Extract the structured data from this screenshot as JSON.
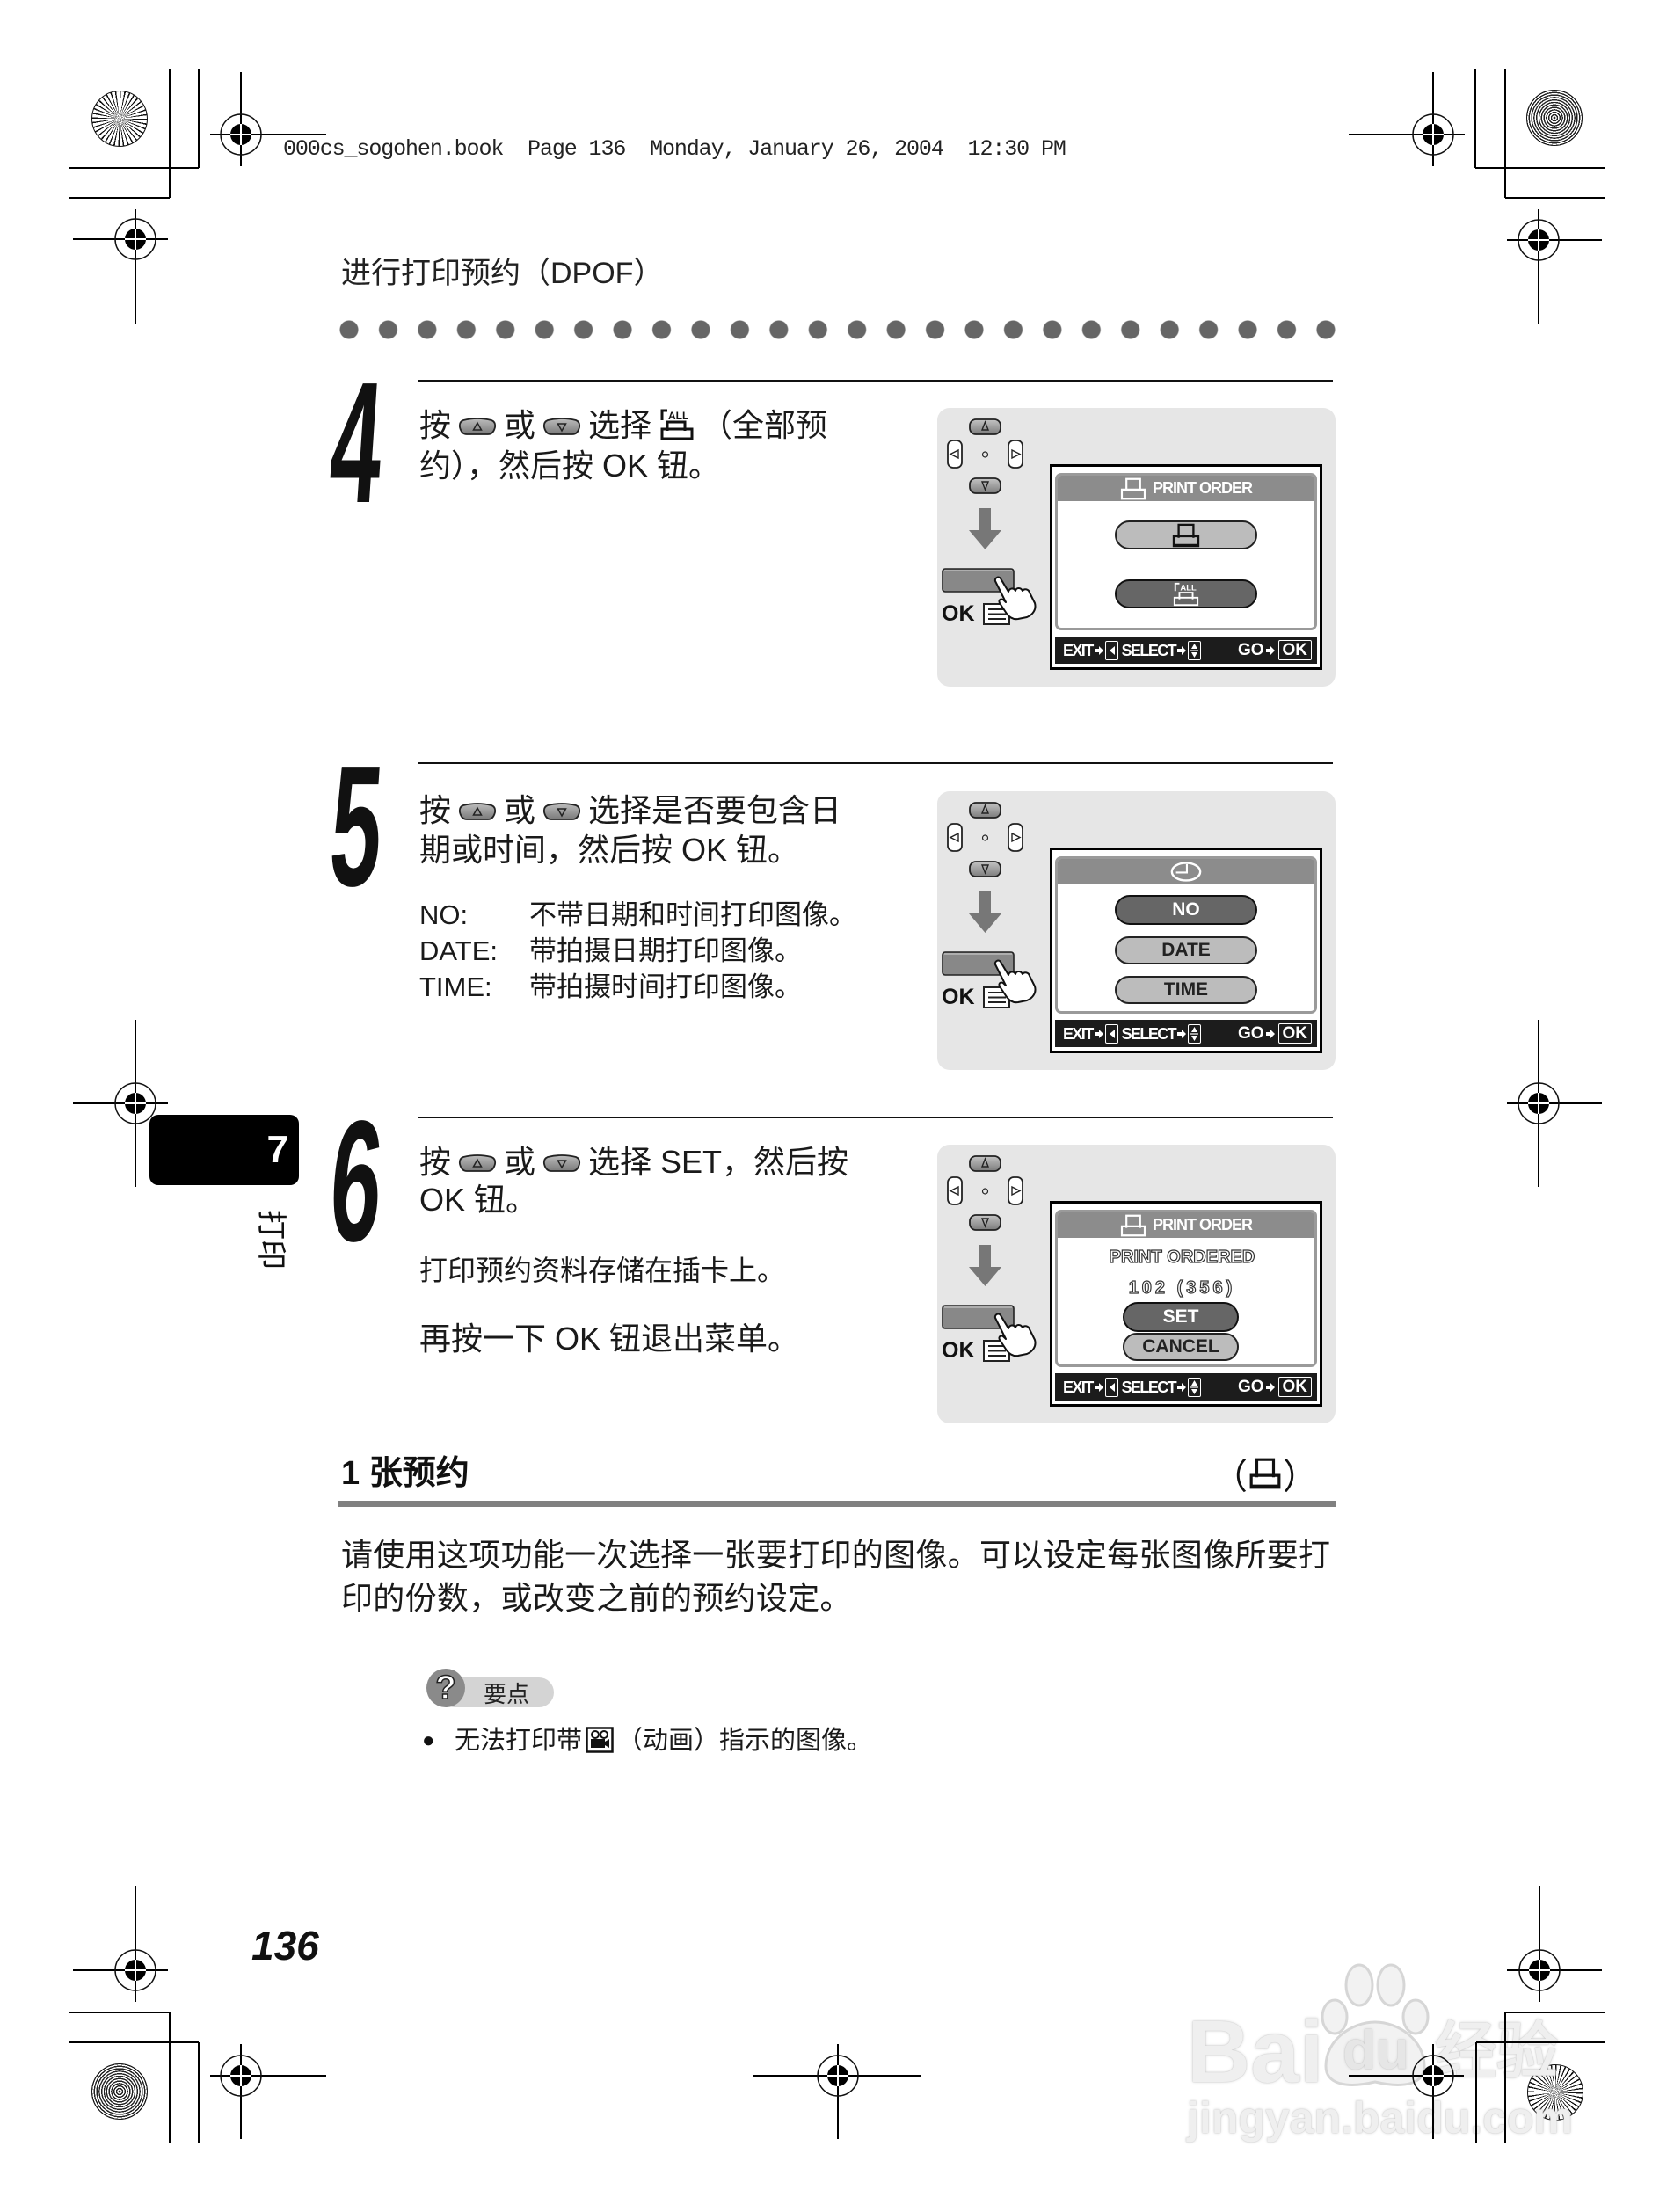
{
  "print_slug": "000cs_sogohen.book  Page 136  Monday, January 26, 2004  12:30 PM",
  "page_title": "进行打印预约（DPOF）",
  "chapter_tab": {
    "number": "7",
    "label": "打印"
  },
  "camera": {
    "ok_button_label": "OK",
    "icons": [
      "up-button-icon",
      "left-button-icon",
      "right-button-icon",
      "down-button-icon",
      "arrow-down-icon",
      "ok-button-icon",
      "pointing-hand-icon",
      "menu-icon"
    ]
  },
  "lcd_footer": {
    "exit": "EXIT",
    "select": "SELECT",
    "go": "GO",
    "ok": "OK"
  },
  "steps": [
    {
      "number": "4",
      "instruction": {
        "press": "按",
        "or": "或",
        "select": "选择",
        "line1_tail": "（全部预",
        "line2": "约），然后按 OK 钮。",
        "icons": [
          "up-button-icon",
          "down-button-icon",
          "all-print-icon"
        ]
      },
      "screen": {
        "title": "PRINT ORDER",
        "title_icon": "print-order-icon",
        "options": [
          {
            "icon": "single-print-icon",
            "selected": false
          },
          {
            "icon": "all-print-icon",
            "label": "ALL",
            "selected": true
          }
        ]
      }
    },
    {
      "number": "5",
      "instruction": {
        "press": "按",
        "or": "或",
        "line1_tail": "选择是否要包含日",
        "line2": "期或时间，然后按 OK 钮。"
      },
      "options_help": [
        {
          "key": "NO:",
          "desc": "不带日期和时间打印图像。"
        },
        {
          "key": "DATE:",
          "desc": "带拍摄日期打印图像。"
        },
        {
          "key": "TIME:",
          "desc": "带拍摄时间打印图像。"
        }
      ],
      "screen": {
        "title_icon": "clock-icon",
        "options": [
          {
            "label": "NO",
            "selected": true
          },
          {
            "label": "DATE",
            "selected": false
          },
          {
            "label": "TIME",
            "selected": false
          }
        ]
      }
    },
    {
      "number": "6",
      "instruction": {
        "press": "按",
        "or": "或",
        "line1_tail": "选择 SET，然后按",
        "line2": "OK 钮。"
      },
      "notes": [
        "打印预约资料存储在插卡上。",
        "再按一下 OK 钮退出菜单。"
      ],
      "screen": {
        "title": "PRINT ORDER",
        "title_icon": "print-order-icon",
        "status": "PRINT ORDERED",
        "count": "102 (356)",
        "options": [
          {
            "label": "SET",
            "selected": true
          },
          {
            "label": "CANCEL",
            "selected": false
          }
        ]
      }
    }
  ],
  "section": {
    "title": "1 张预约",
    "icon_paren_open": "（",
    "icon_paren_close": "）",
    "icon": "single-print-icon",
    "paragraph_lines": [
      "请使用这项功能一次选择一张要打印的图像。可以设定每张图像所要打",
      "印的份数，或改变之前的预约设定。"
    ]
  },
  "tips": {
    "badge_icon": "question-icon",
    "badge_label": "要点",
    "bullet": {
      "marker": "●",
      "before_icon": "无法打印带",
      "icon": "movie-icon",
      "after_icon": "（动画）指示的图像。"
    }
  },
  "page_number": "136",
  "watermark": {
    "brand_left": "Bai",
    "brand_paw": "du",
    "brand_right": "经验",
    "url": "jingyan.baidu.com"
  },
  "colors": {
    "text": "#1a1a1a",
    "panel_bg": "#e6e6e6",
    "lcd_title_bar": "#8c8c8c",
    "lcd_footer": "#1c1c1c",
    "pill_selected": "#666666",
    "pill_normal": "#bcbcbc",
    "dot": "#666666",
    "section_rule": "#808080",
    "chapter_tab": "#000000"
  }
}
